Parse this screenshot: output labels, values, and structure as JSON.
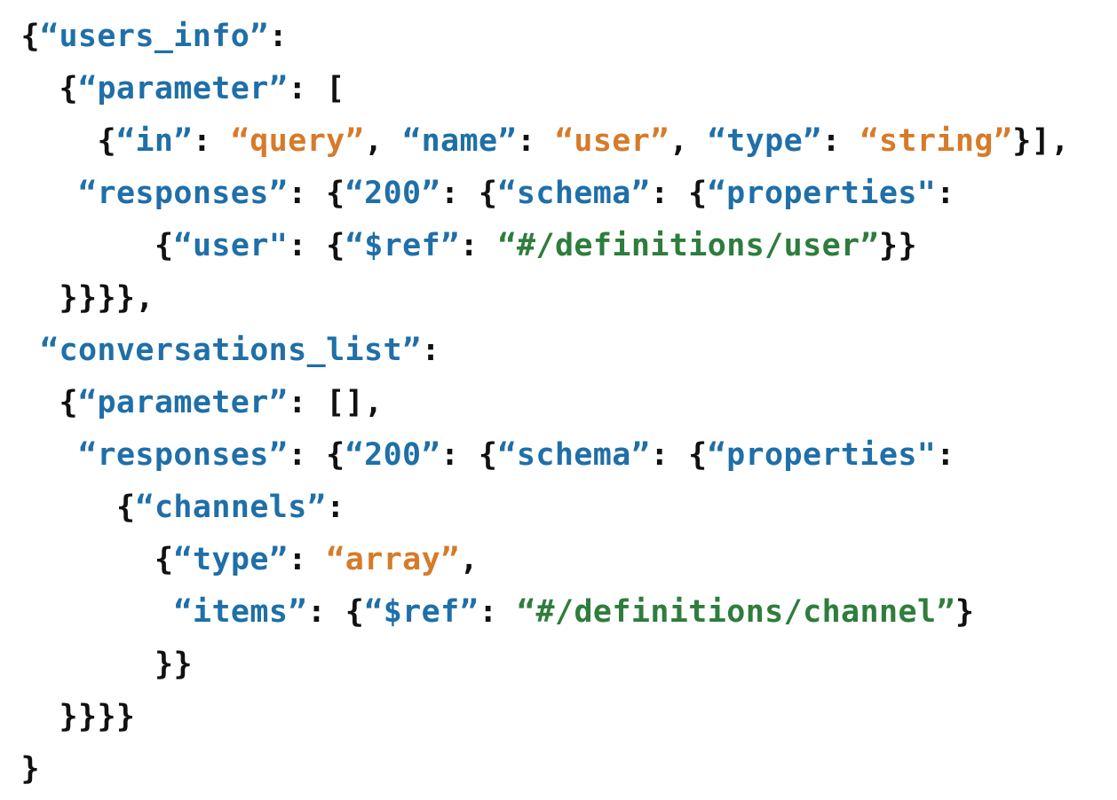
{
  "colors": {
    "punct": "#111111",
    "key": "#1f6fa8",
    "value": "#d67b2a",
    "ref": "#2e7d3c"
  },
  "lines": [
    {
      "indent": 1,
      "tokens": [
        [
          "{",
          "punct"
        ],
        [
          "“users_info”",
          "key"
        ],
        [
          ":",
          "punct"
        ]
      ]
    },
    {
      "indent": 3,
      "tokens": [
        [
          "{",
          "punct"
        ],
        [
          "“parameter”",
          "key"
        ],
        [
          ": [",
          "punct"
        ]
      ]
    },
    {
      "indent": 5,
      "tokens": [
        [
          "{",
          "punct"
        ],
        [
          "“in”",
          "key"
        ],
        [
          ": ",
          "punct"
        ],
        [
          "“query”",
          "value"
        ],
        [
          ", ",
          "punct"
        ],
        [
          "“name”",
          "key"
        ],
        [
          ": ",
          "punct"
        ],
        [
          "“user”",
          "value"
        ],
        [
          ", ",
          "punct"
        ],
        [
          "“type”",
          "key"
        ],
        [
          ": ",
          "punct"
        ],
        [
          "“string”",
          "value"
        ],
        [
          "}],",
          "punct"
        ]
      ]
    },
    {
      "indent": 4,
      "tokens": [
        [
          "“responses”",
          "key"
        ],
        [
          ": {",
          "punct"
        ],
        [
          "“200”",
          "key"
        ],
        [
          ": {",
          "punct"
        ],
        [
          "“schema”",
          "key"
        ],
        [
          ": {",
          "punct"
        ],
        [
          "“properties\"",
          "key"
        ],
        [
          ":",
          "punct"
        ]
      ]
    },
    {
      "indent": 8,
      "tokens": [
        [
          "{",
          "punct"
        ],
        [
          "“user\"",
          "key"
        ],
        [
          ": {",
          "punct"
        ],
        [
          "“$ref”",
          "key"
        ],
        [
          ": ",
          "punct"
        ],
        [
          "“#/definitions/user”",
          "ref"
        ],
        [
          "}}",
          "punct"
        ]
      ]
    },
    {
      "indent": 3,
      "tokens": [
        [
          "}}}},",
          "punct"
        ]
      ]
    },
    {
      "indent": 2,
      "tokens": [
        [
          "“conversations_list”",
          "key"
        ],
        [
          ":",
          "punct"
        ]
      ]
    },
    {
      "indent": 3,
      "tokens": [
        [
          "{",
          "punct"
        ],
        [
          "“parameter”",
          "key"
        ],
        [
          ": [],",
          "punct"
        ]
      ]
    },
    {
      "indent": 4,
      "tokens": [
        [
          "“responses”",
          "key"
        ],
        [
          ": {",
          "punct"
        ],
        [
          "“200”",
          "key"
        ],
        [
          ": {",
          "punct"
        ],
        [
          "“schema”",
          "key"
        ],
        [
          ": {",
          "punct"
        ],
        [
          "“properties\"",
          "key"
        ],
        [
          ":",
          "punct"
        ]
      ]
    },
    {
      "indent": 6,
      "tokens": [
        [
          "{",
          "punct"
        ],
        [
          "“channels”",
          "key"
        ],
        [
          ":",
          "punct"
        ]
      ]
    },
    {
      "indent": 8,
      "tokens": [
        [
          "{",
          "punct"
        ],
        [
          "“type”",
          "key"
        ],
        [
          ": ",
          "punct"
        ],
        [
          "“array”",
          "value"
        ],
        [
          ",",
          "punct"
        ]
      ]
    },
    {
      "indent": 9,
      "tokens": [
        [
          "“items”",
          "key"
        ],
        [
          ": {",
          "punct"
        ],
        [
          "“$ref”",
          "key"
        ],
        [
          ": ",
          "punct"
        ],
        [
          "“#/definitions/channel”",
          "ref"
        ],
        [
          "}",
          "punct"
        ]
      ]
    },
    {
      "indent": 8,
      "tokens": [
        [
          "}}",
          "punct"
        ]
      ]
    },
    {
      "indent": 3,
      "tokens": [
        [
          "}}}}",
          "punct"
        ]
      ]
    },
    {
      "indent": 1,
      "tokens": [
        [
          "}",
          "punct"
        ]
      ]
    }
  ]
}
